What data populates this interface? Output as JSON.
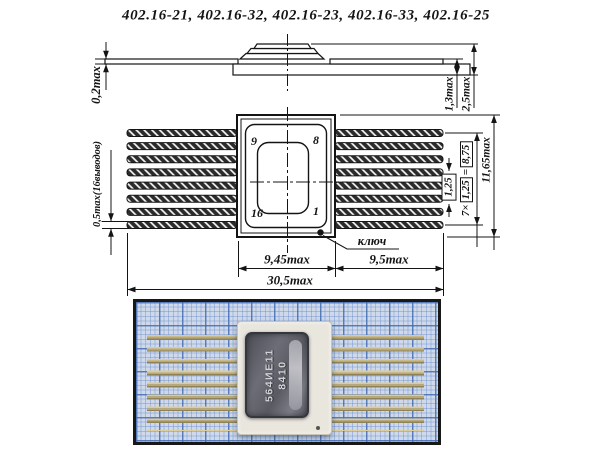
{
  "title": "402.16-21, 402.16-32, 402.16-23, 402.16-33, 402.16-25",
  "side_view": {
    "lead_thickness": "0,2max",
    "standoff": "1,3max",
    "height": "2,5max"
  },
  "top_view": {
    "pins": {
      "top_left": "9",
      "top_right": "8",
      "bottom_left": "16",
      "bottom_right": "1"
    },
    "key_label": "ключ",
    "lead_width": "0,5max(16выводов)",
    "pitch": "1,25",
    "pitch_formula": {
      "prefix": "7×",
      "pitch": "1,25",
      "equals": "=",
      "total": "8,75"
    },
    "body_length": "11,65max",
    "body_width": "9,45max",
    "lead_length": "9,5max",
    "overall_width": "30,5max"
  },
  "photo": {
    "marking_line1": "564ИЕ11",
    "marking_line2": "8410",
    "colors": {
      "graph_paper": "#cfd9e9",
      "grid_line": "#3e68b0",
      "lead_gold": "#b7a97b",
      "lid_gray": "#6d6d77",
      "ceramic_white": "#e9e6de",
      "ink": "#141414"
    }
  }
}
